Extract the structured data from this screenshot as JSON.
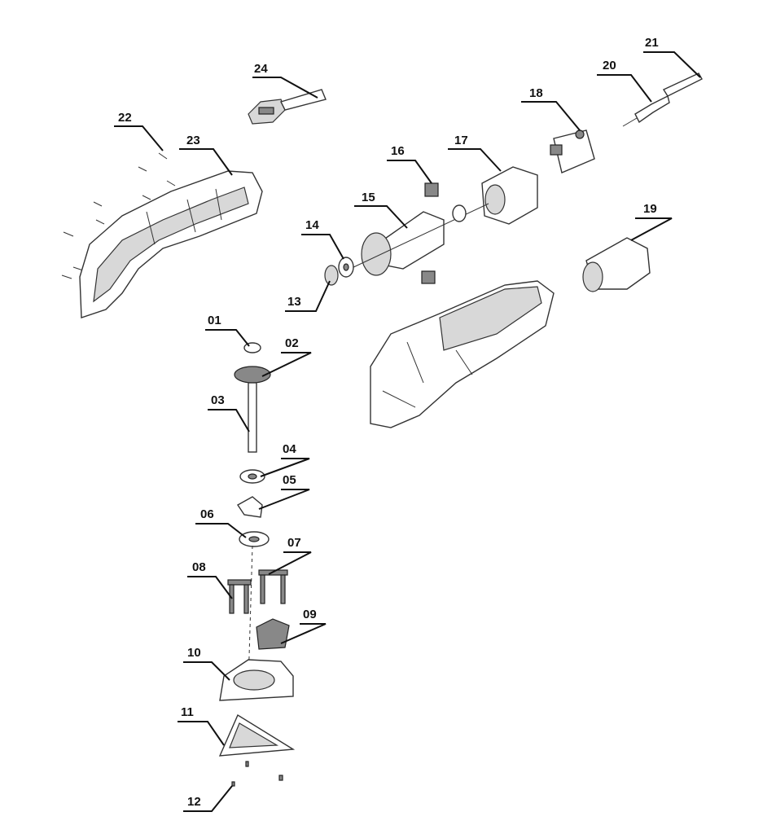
{
  "diagram": {
    "type": "exploded-parts-view",
    "parts": [
      {
        "id": "01",
        "label": "01"
      },
      {
        "id": "02",
        "label": "02"
      },
      {
        "id": "03",
        "label": "03"
      },
      {
        "id": "04",
        "label": "04"
      },
      {
        "id": "05",
        "label": "05"
      },
      {
        "id": "06",
        "label": "06"
      },
      {
        "id": "07",
        "label": "07"
      },
      {
        "id": "08",
        "label": "08"
      },
      {
        "id": "09",
        "label": "09"
      },
      {
        "id": "10",
        "label": "10"
      },
      {
        "id": "11",
        "label": "11"
      },
      {
        "id": "12",
        "label": "12"
      },
      {
        "id": "13",
        "label": "13"
      },
      {
        "id": "14",
        "label": "14"
      },
      {
        "id": "15",
        "label": "15"
      },
      {
        "id": "16",
        "label": "16"
      },
      {
        "id": "17",
        "label": "17"
      },
      {
        "id": "18",
        "label": "18"
      },
      {
        "id": "19",
        "label": "19"
      },
      {
        "id": "20",
        "label": "20"
      },
      {
        "id": "21",
        "label": "21"
      },
      {
        "id": "22",
        "label": "22"
      },
      {
        "id": "23",
        "label": "23"
      },
      {
        "id": "24",
        "label": "24"
      }
    ]
  }
}
